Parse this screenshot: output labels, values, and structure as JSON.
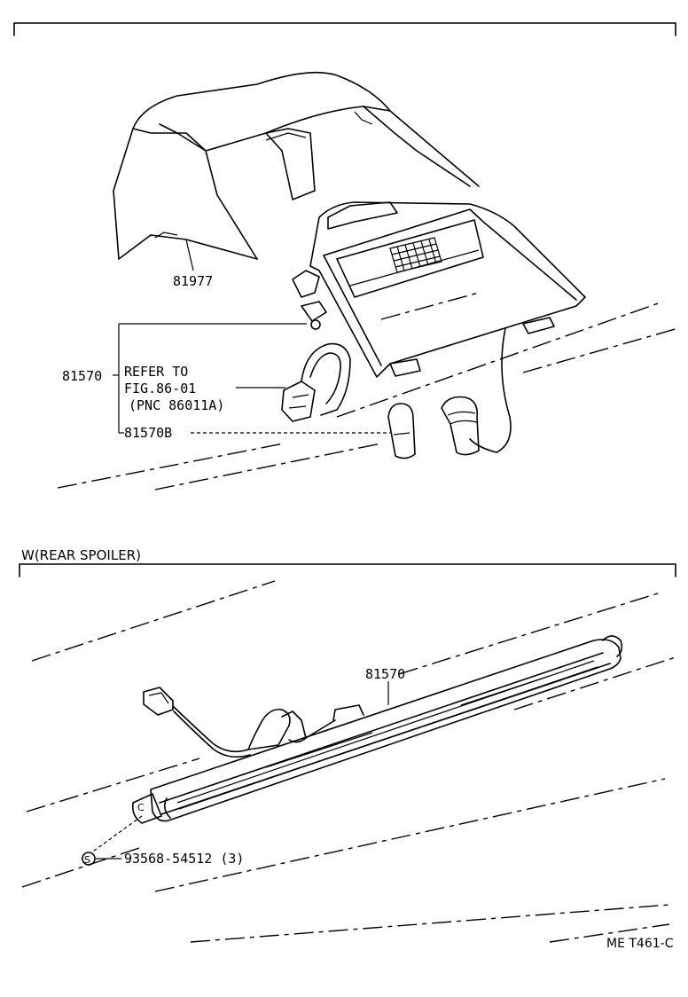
{
  "top_view": {
    "part_cover": "81977",
    "part_lamp": "81570",
    "refer_line1": "REFER TO",
    "refer_line2": "FIG.86-01",
    "refer_line3": "(PNC 86011A)",
    "part_bulb": "81570B"
  },
  "bottom_view": {
    "section_title": "W(REAR SPOILER)",
    "part_lamp": "81570",
    "screw_symbol": "S",
    "screw_part": "93568-54512 (3)",
    "clip_letter": "C"
  },
  "footer": {
    "drawing_code": "ME T461-C"
  }
}
